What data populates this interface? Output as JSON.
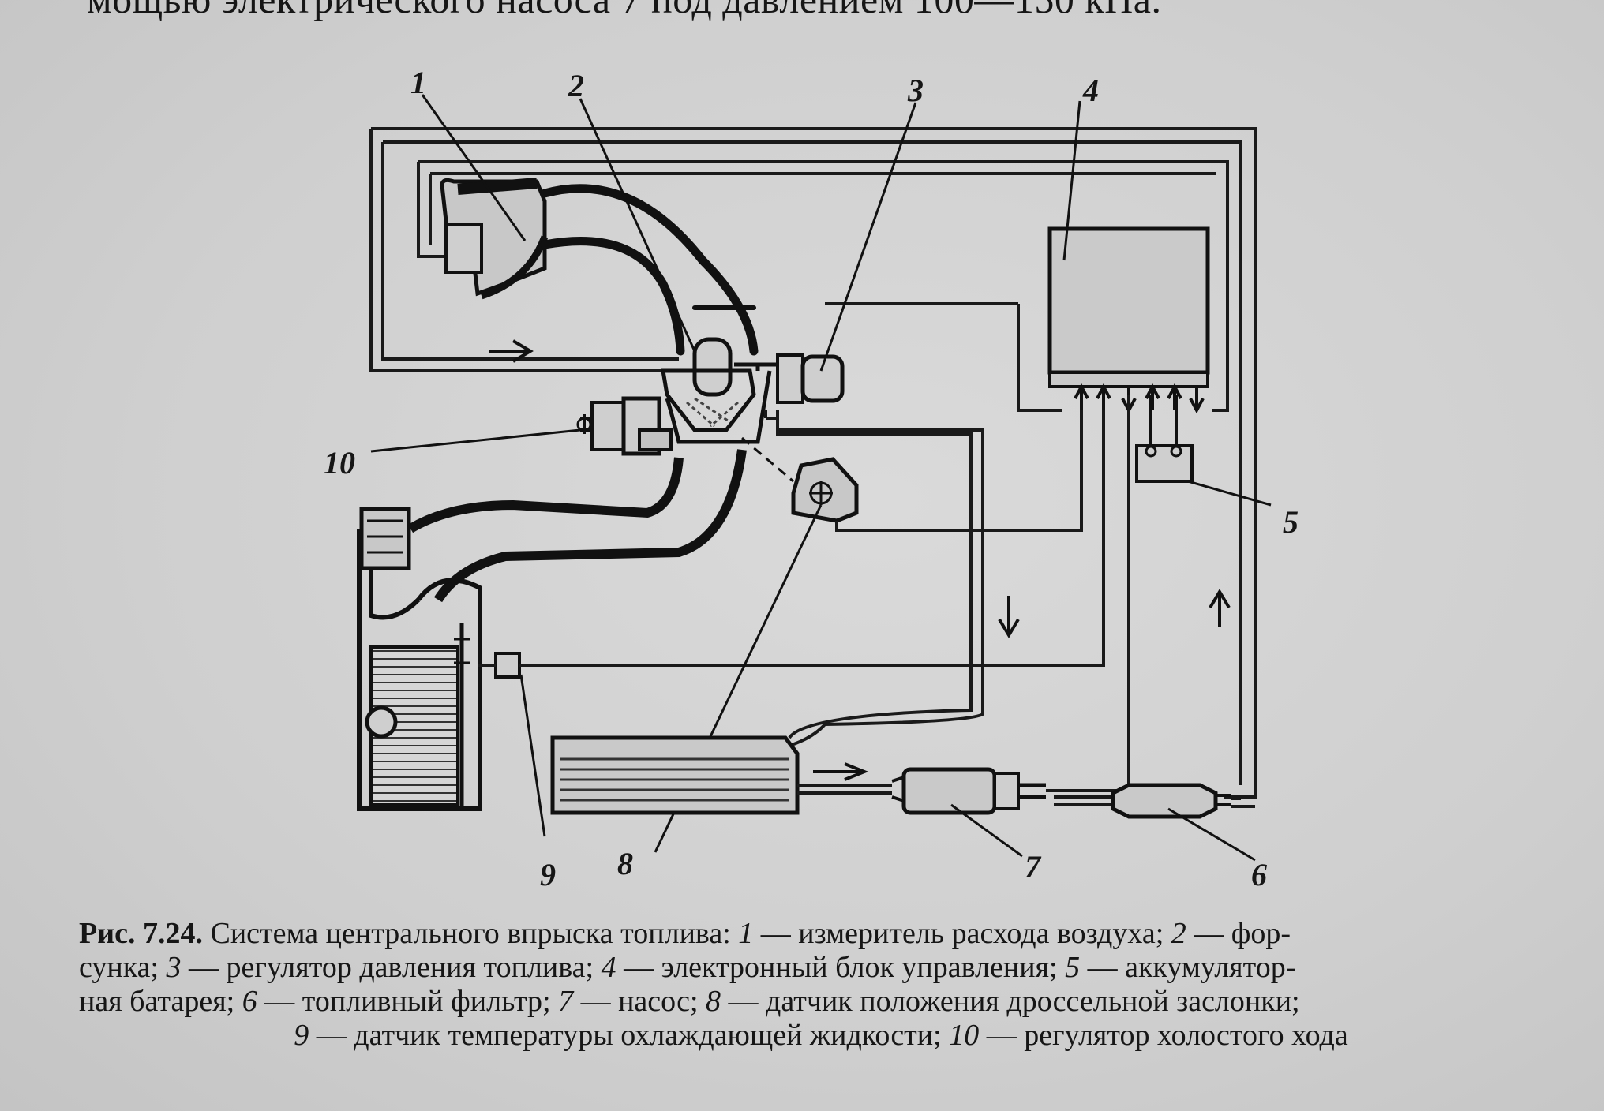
{
  "top_text": "мощью электрического насоса 7 под давлением 100—150 кПа.",
  "figure": {
    "labels": [
      "1",
      "2",
      "3",
      "4",
      "5",
      "6",
      "7",
      "8",
      "9",
      "10"
    ]
  },
  "caption": {
    "fig_ref": "Рис. 7.24.",
    "title": "Система центрального впрыска топлива:",
    "items": [
      {
        "num": "1",
        "text": "— измеритель расхода воздуха;"
      },
      {
        "num": "2",
        "text": "— фор-"
      },
      {
        "num": "",
        "text": "сунка;"
      },
      {
        "num": "3",
        "text": "— регулятор давления топлива;"
      },
      {
        "num": "4",
        "text": "— электронный блок управления;"
      },
      {
        "num": "5",
        "text": "— аккумулятор-"
      },
      {
        "num": "",
        "text": "ная батарея;"
      },
      {
        "num": "6",
        "text": "— топливный фильтр;"
      },
      {
        "num": "7",
        "text": "— насос;"
      },
      {
        "num": "8",
        "text": "— датчик положения дроссельной заслонки;"
      },
      {
        "num": "9",
        "text": "— датчик температуры охлаждающей жидкости;"
      },
      {
        "num": "10",
        "text": "— регулятор холостого хода"
      }
    ]
  }
}
